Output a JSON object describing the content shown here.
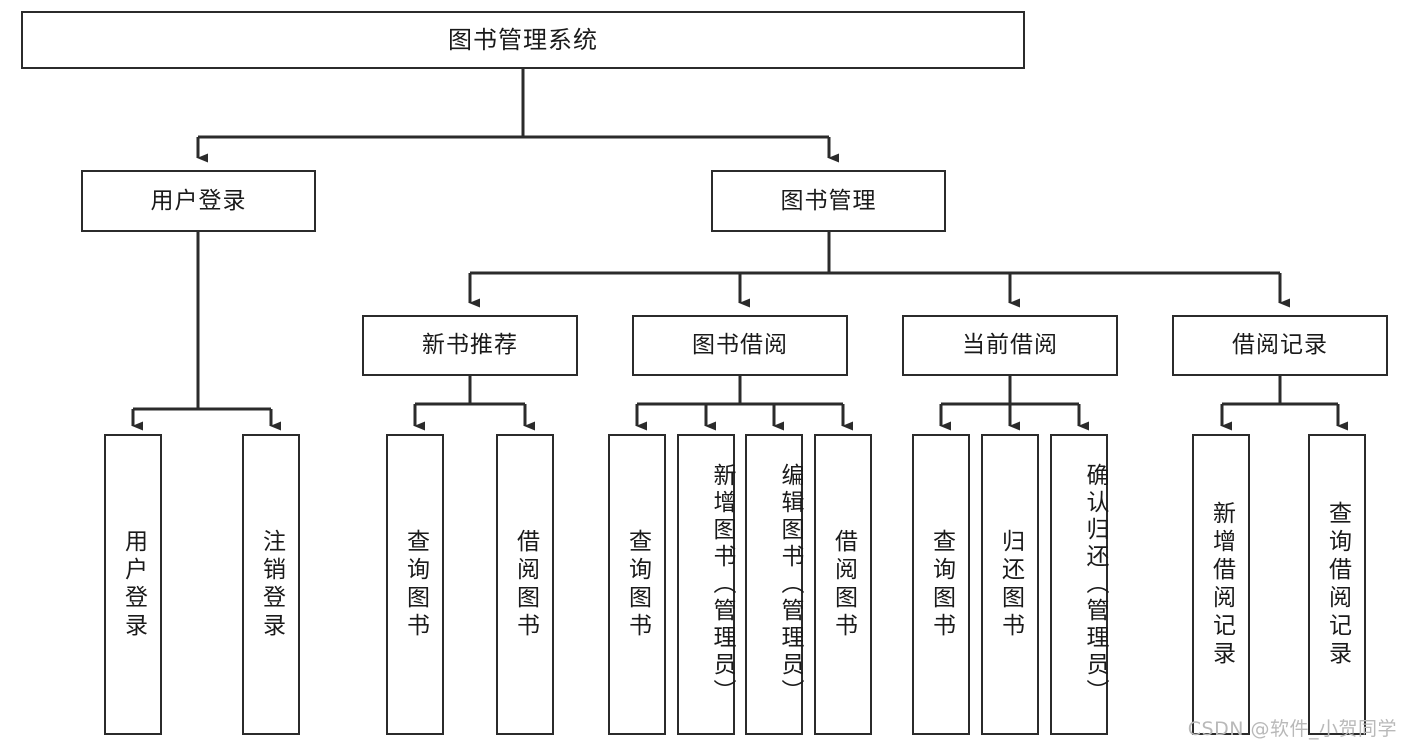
{
  "diagram": {
    "type": "tree-hierarchy",
    "title": "图书管理系统",
    "orientation": "top-down",
    "colors": {
      "box_border": "#2b2b2b",
      "box_fill": "#ffffff",
      "connector": "#2b2b2b",
      "text": "#1a1a1a",
      "watermark": "#b9b9b9"
    },
    "root": {
      "label": "图书管理系统"
    },
    "level2": [
      {
        "label": "用户登录"
      },
      {
        "label": "图书管理"
      }
    ],
    "level3": [
      {
        "label": "新书推荐"
      },
      {
        "label": "图书借阅"
      },
      {
        "label": "当前借阅"
      },
      {
        "label": "借阅记录"
      }
    ],
    "leaves": {
      "user_login": [
        {
          "label": "用户登录"
        },
        {
          "label": "注销登录"
        }
      ],
      "new_book_recommend": [
        {
          "label": "查询图书"
        },
        {
          "label": "借阅图书"
        }
      ],
      "book_borrow": [
        {
          "label": "查询图书"
        },
        {
          "label": "新增图书（管理员）"
        },
        {
          "label": "编辑图书（管理员）"
        },
        {
          "label": "借阅图书"
        }
      ],
      "current_borrow": [
        {
          "label": "查询图书"
        },
        {
          "label": "归还图书"
        },
        {
          "label": "确认归还（管理员）"
        }
      ],
      "borrow_record": [
        {
          "label": "新增借阅记录"
        },
        {
          "label": "查询借阅记录"
        }
      ]
    }
  },
  "watermark": {
    "text": "CSDN @软件_小贺同学"
  }
}
